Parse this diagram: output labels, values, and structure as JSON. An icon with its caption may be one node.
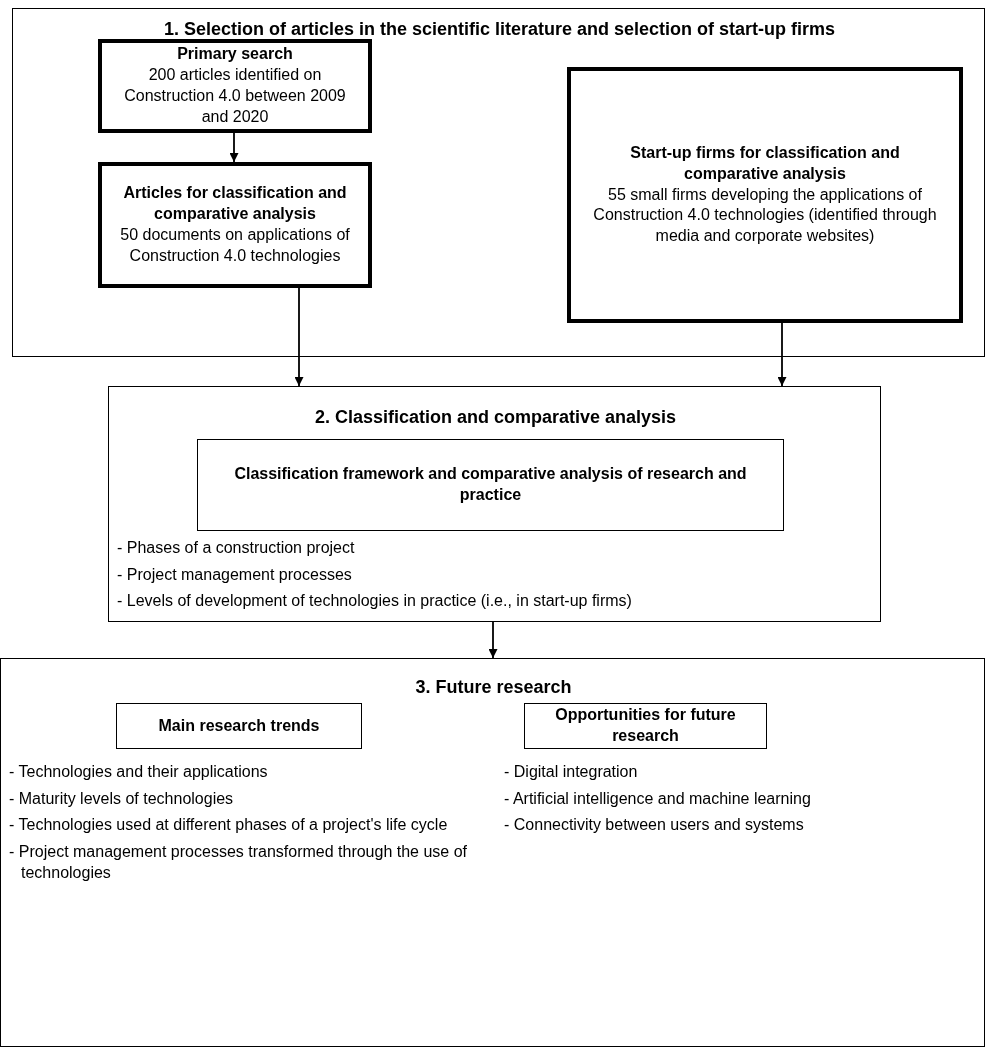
{
  "diagram": {
    "nodes": [
      {
        "text": [
          "1. Selection of articles in the scientific literature and selection of start-up firms"
        ]
      },
      {
        "text": [
          "Primary search",
          "200 articles identified on Construction 4.0 between 2009 and 2020"
        ],
        "in": 0
      },
      {
        "text": [
          "Articles for classification and comparative analysis",
          "50 documents on applications of Construction 4.0 technologies"
        ],
        "in": 0
      },
      {
        "text": [
          "Start-up firms for classification and comparative analysis",
          "55 small firms developing the applications of Construction 4.0 technologies (identified through media and corporate websites)"
        ],
        "in": 0
      },
      {
        "text": [
          "2. Classification and comparative analysis",
          "- Phases of a construction project",
          "- Project management processes",
          "- Levels of development of technologies in practice (i.e., in start-up firms)"
        ]
      },
      {
        "text": [
          "Classification framework and comparative analysis of research and practice"
        ],
        "in": 4
      },
      {
        "text": [
          "3. Future research",
          "- Technologies and their applications",
          "- Maturity levels of technologies",
          "- Technologies used at different phases of a project's life cycle",
          "- Project management processes transformed through the use of technologies",
          "- Digital integration",
          "- Artificial intelligence and machine learning",
          "- Connectivity between users and systems"
        ]
      },
      {
        "text": [
          "Main research trends"
        ],
        "in": 6
      },
      {
        "text": [
          "Opportunities for future research"
        ],
        "in": 6
      }
    ],
    "edges": [
      {
        "from": 1,
        "to": 2,
        "arrow": "to"
      },
      {
        "from": 2,
        "to": 4,
        "arrow": "to"
      },
      {
        "from": 3,
        "to": 4,
        "arrow": "to"
      },
      {
        "from": 4,
        "to": 6,
        "arrow": "to"
      }
    ]
  }
}
